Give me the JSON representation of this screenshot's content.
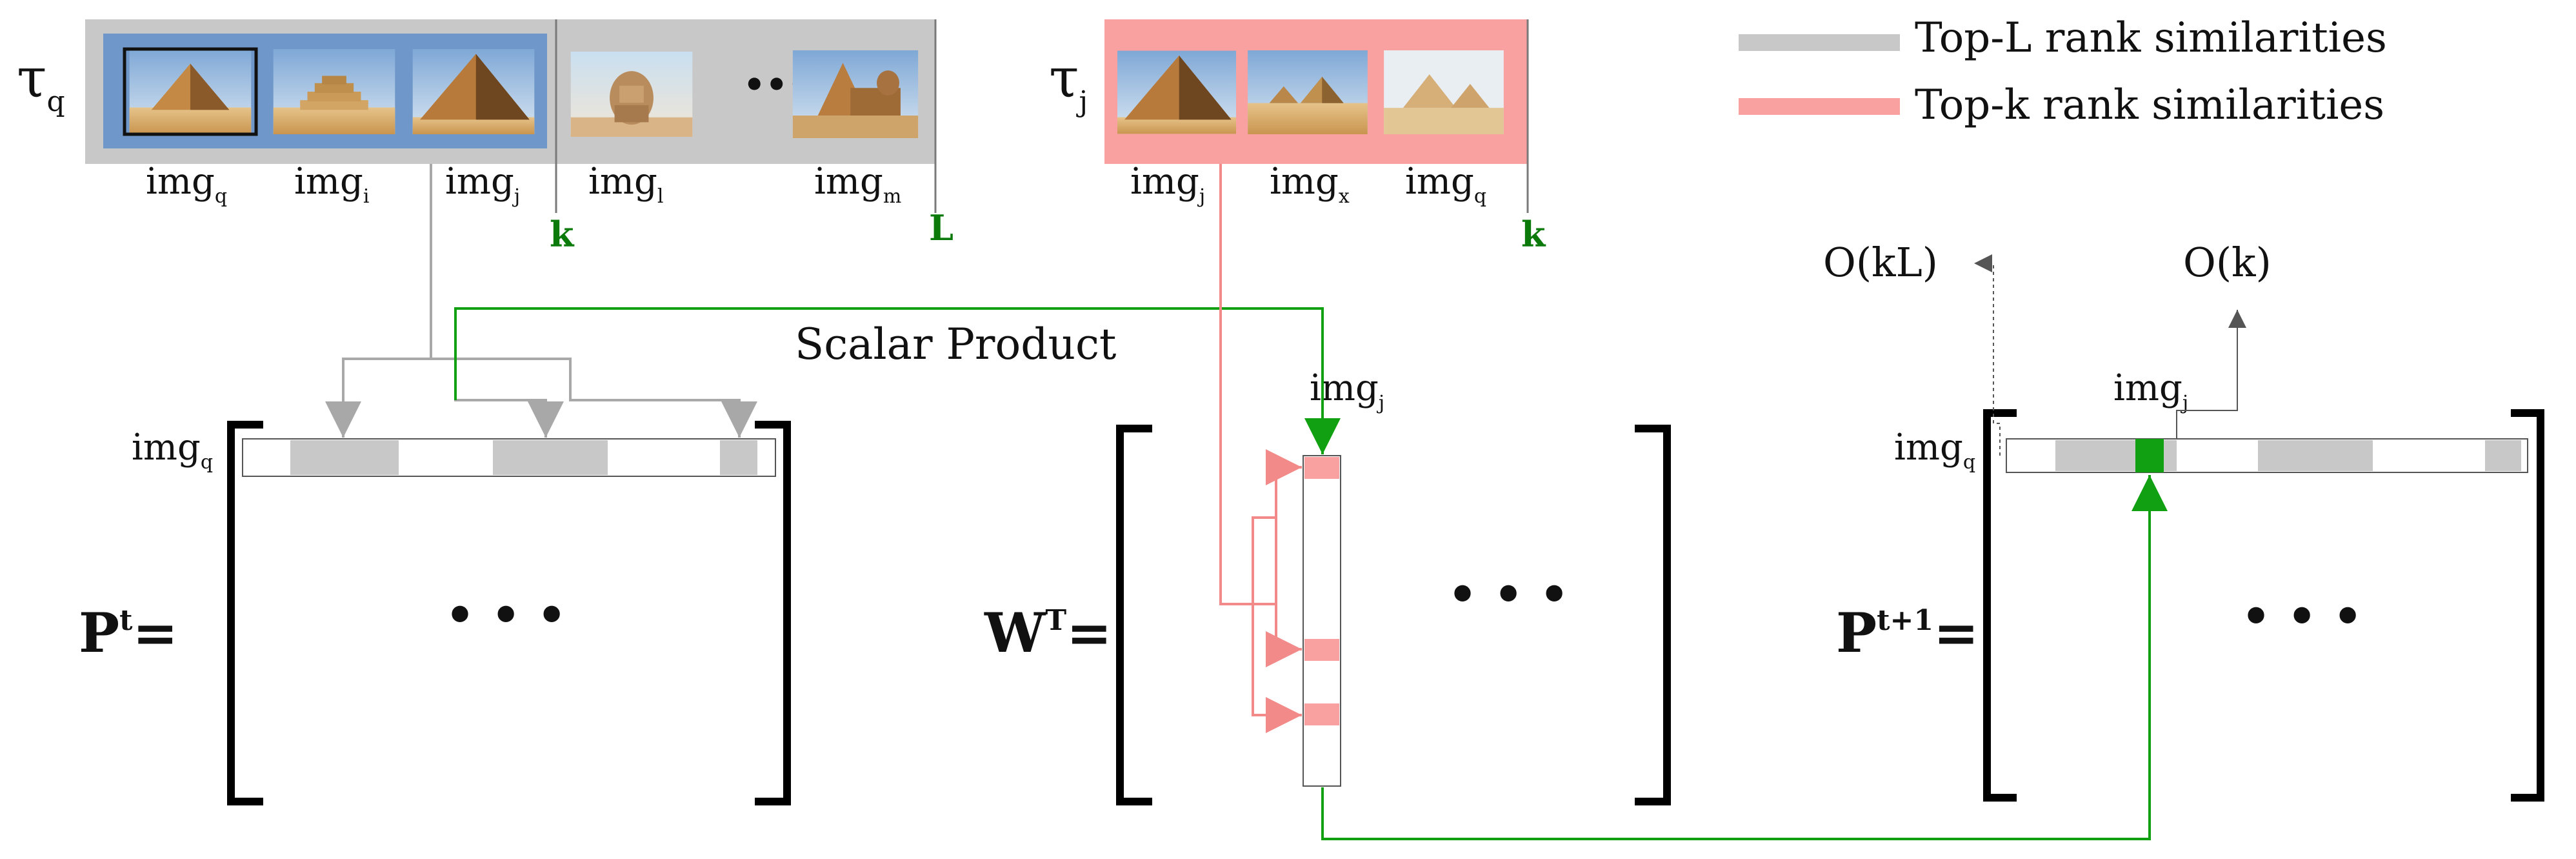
{
  "legend": {
    "top_l": {
      "label": "Top-L rank similarities",
      "color": "#c8c8c8"
    },
    "top_k": {
      "label": "Top-k rank similarities",
      "color": "#f9a0a0"
    }
  },
  "colors": {
    "gray": "#c8c8c8",
    "pink": "#f9a0a0",
    "blue": "#6f97c9",
    "green": "#11a011",
    "bracket": "#000000"
  },
  "tau_q": {
    "symbol": "τ",
    "subscript": "q",
    "image_labels": [
      {
        "base": "img",
        "sub": "q"
      },
      {
        "base": "img",
        "sub": "i"
      },
      {
        "base": "img",
        "sub": "j"
      },
      {
        "base": "img",
        "sub": "l"
      },
      {
        "base": "img",
        "sub": "m"
      }
    ],
    "ellipsis": "•••",
    "k_marker": "k",
    "l_marker": "L"
  },
  "tau_j": {
    "symbol": "τ",
    "subscript": "j",
    "image_labels": [
      {
        "base": "img",
        "sub": "j"
      },
      {
        "base": "img",
        "sub": "x"
      },
      {
        "base": "img",
        "sub": "q"
      }
    ],
    "k_marker": "k"
  },
  "scalar_product": "Scalar Product",
  "complexity": {
    "kl": "O(kL)",
    "k": "O(k)"
  },
  "matrix_p": {
    "base": "P",
    "sup": "t",
    "eq": "=",
    "row_label": {
      "base": "img",
      "sub": "q"
    },
    "dots": "• • •"
  },
  "matrix_w": {
    "base": "W",
    "sup": "T",
    "eq": "=",
    "col_label": {
      "base": "img",
      "sub": "j"
    },
    "dots": "• • •"
  },
  "matrix_p_next": {
    "base": "P",
    "sup": "t+1",
    "eq": "=",
    "row_label": {
      "base": "img",
      "sub": "q"
    },
    "col_label": {
      "base": "img",
      "sub": "j"
    },
    "dots": "• • •"
  }
}
